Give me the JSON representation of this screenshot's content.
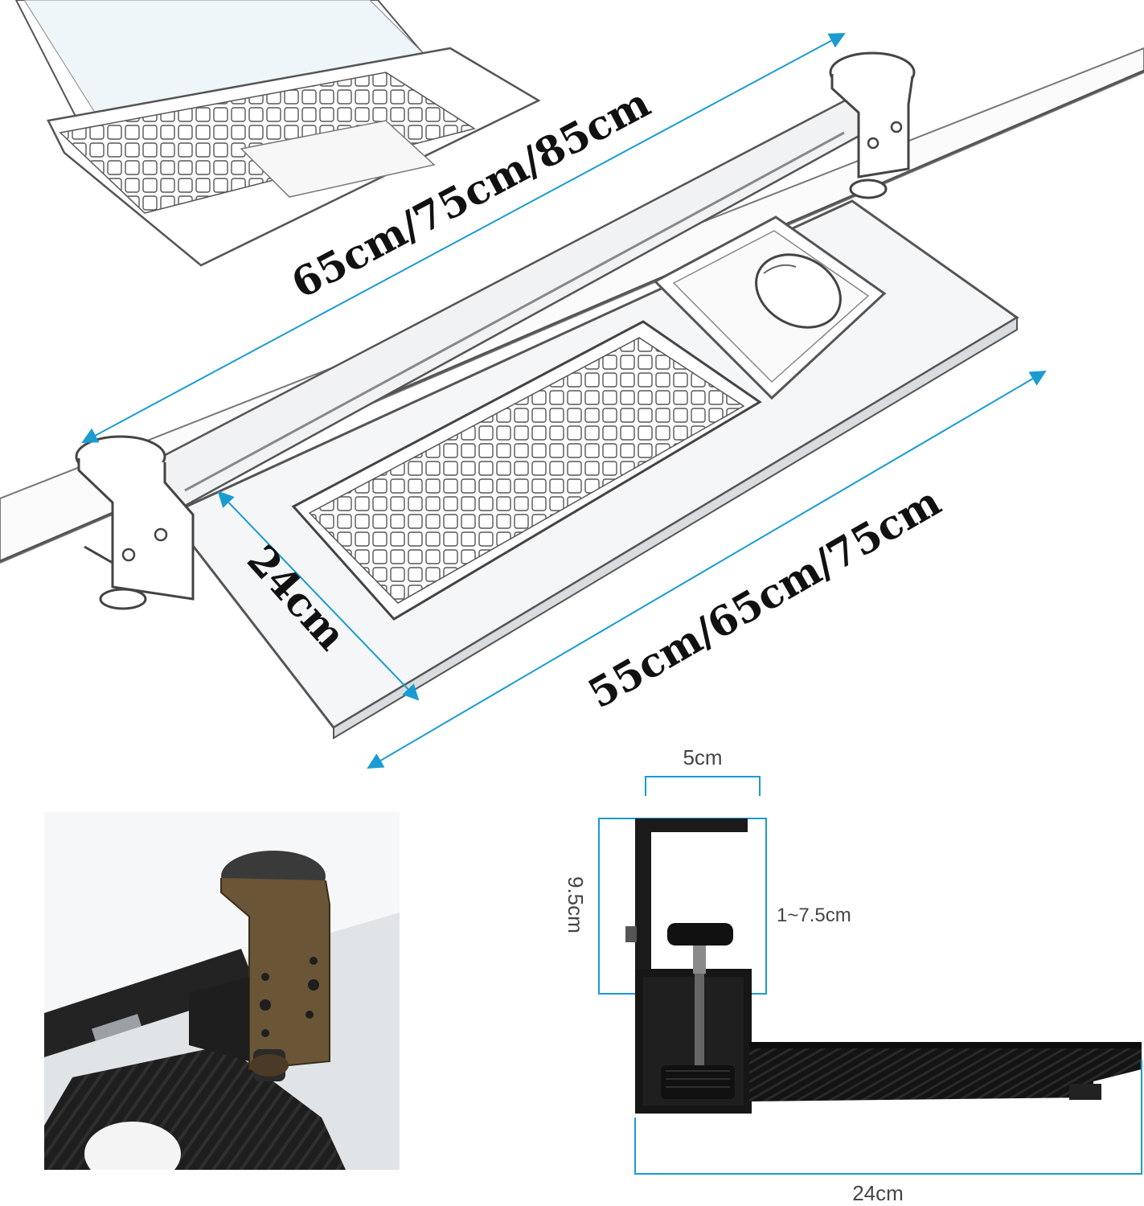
{
  "colors": {
    "dimension_line": "#1a9bd1",
    "outline": "#555555",
    "panel_fill": "#f4f6f7",
    "dark": "#1c1c1c",
    "bracket_metal": "#6b5537"
  },
  "dimensions": {
    "rail_length": "65cm/75cm/85cm",
    "tray_width": "55cm/65cm/75cm",
    "tray_depth": "24cm",
    "clamp_width": "5cm",
    "clamp_height": "9.5cm",
    "clamp_opening": "1~7.5cm",
    "rail_side_length": "24cm"
  },
  "icons": {
    "laptop": "laptop-icon",
    "keyboard": "keyboard-icon",
    "mouse": "mouse-icon",
    "clamp": "clamp-icon",
    "screw": "screw-knob-icon"
  }
}
